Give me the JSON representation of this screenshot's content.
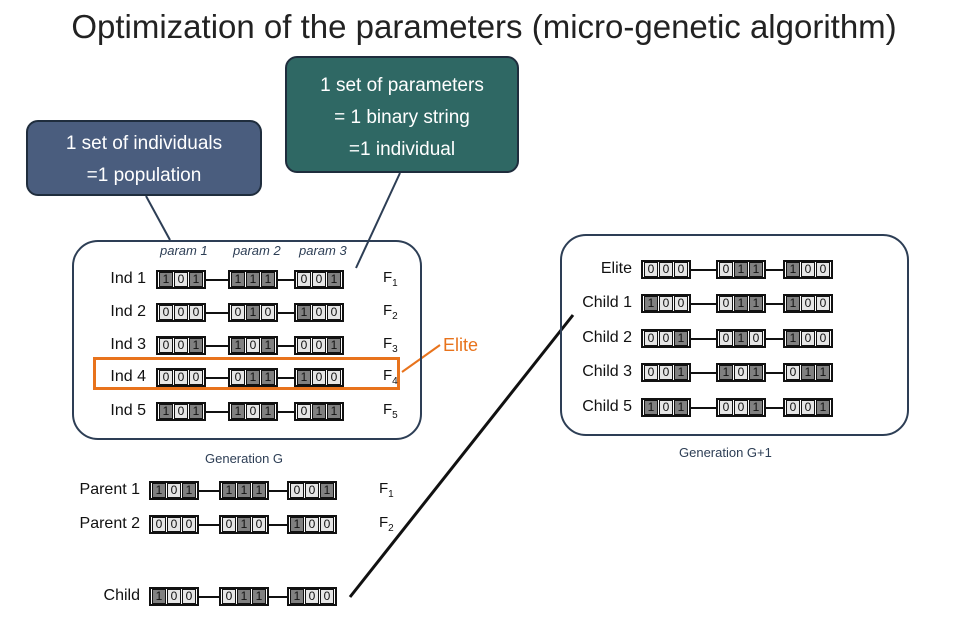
{
  "title": "Optimization of the parameters (micro-genetic algorithm)",
  "callouts": {
    "population": [
      "1 set of individuals",
      "=1 population"
    ],
    "individual": [
      "1 set of parameters",
      "= 1 binary string",
      "=1 individual"
    ]
  },
  "params": [
    "param 1",
    "param 2",
    "param 3"
  ],
  "generation_g": {
    "caption": "Generation G",
    "rows": [
      {
        "label": "Ind 1",
        "bits": [
          "101",
          "111",
          "001"
        ],
        "f": "F",
        "f_sub": "1"
      },
      {
        "label": "Ind 2",
        "bits": [
          "000",
          "010",
          "100"
        ],
        "f": "F",
        "f_sub": "2"
      },
      {
        "label": "Ind 3",
        "bits": [
          "001",
          "101",
          "001"
        ],
        "f": "F",
        "f_sub": "3"
      },
      {
        "label": "Ind 4",
        "bits": [
          "000",
          "011",
          "100"
        ],
        "f": "F",
        "f_sub": "4"
      },
      {
        "label": "Ind 5",
        "bits": [
          "101",
          "101",
          "011"
        ],
        "f": "F",
        "f_sub": "5"
      }
    ]
  },
  "elite_label": "Elite",
  "parents": [
    {
      "label": "Parent 1",
      "bits": [
        "101",
        "111",
        "001"
      ],
      "f": "F",
      "f_sub": "1"
    },
    {
      "label": "Parent 2",
      "bits": [
        "000",
        "010",
        "100"
      ],
      "f": "F",
      "f_sub": "2"
    }
  ],
  "child": {
    "label": "Child",
    "bits": [
      "100",
      "011",
      "100"
    ]
  },
  "generation_g1": {
    "caption": "Generation G+1",
    "rows": [
      {
        "label": "Elite",
        "bits": [
          "000",
          "011",
          "100"
        ]
      },
      {
        "label": "Child 1",
        "bits": [
          "100",
          "011",
          "100"
        ]
      },
      {
        "label": "Child 2",
        "bits": [
          "001",
          "010",
          "100"
        ]
      },
      {
        "label": "Child 3",
        "bits": [
          "001",
          "101",
          "011"
        ]
      },
      {
        "label": "Child 5",
        "bits": [
          "101",
          "001",
          "001"
        ]
      }
    ]
  },
  "colors": {
    "population_callout": "#4a5d7e",
    "individual_callout": "#2f6864",
    "elite": "#e8731c",
    "bit_one": "#808080",
    "bit_zero": "#e6e6e6"
  }
}
